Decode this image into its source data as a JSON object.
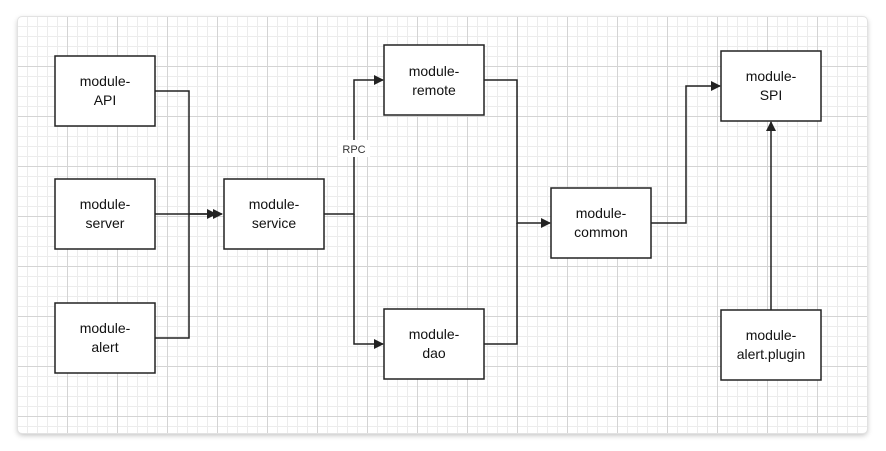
{
  "diagram": {
    "nodes": {
      "api": {
        "line1": "module-",
        "line2": "API"
      },
      "server": {
        "line1": "module-",
        "line2": "server"
      },
      "alert": {
        "line1": "module-",
        "line2": "alert"
      },
      "service": {
        "line1": "module-",
        "line2": "service"
      },
      "remote": {
        "line1": "module-",
        "line2": "remote"
      },
      "dao": {
        "line1": "module-",
        "line2": "dao"
      },
      "common": {
        "line1": "module-",
        "line2": "common"
      },
      "spi": {
        "line1": "module-",
        "line2": "SPI"
      },
      "alert_plugin": {
        "line1": "module-",
        "line2": "alert.plugin"
      }
    },
    "edge_labels": {
      "rpc": "RPC"
    },
    "colors": {
      "line": "#222222",
      "box_border": "#222222",
      "box_fill": "#ffffff",
      "grid_major": "#d4d4d4",
      "grid_minor": "#ececec"
    }
  }
}
